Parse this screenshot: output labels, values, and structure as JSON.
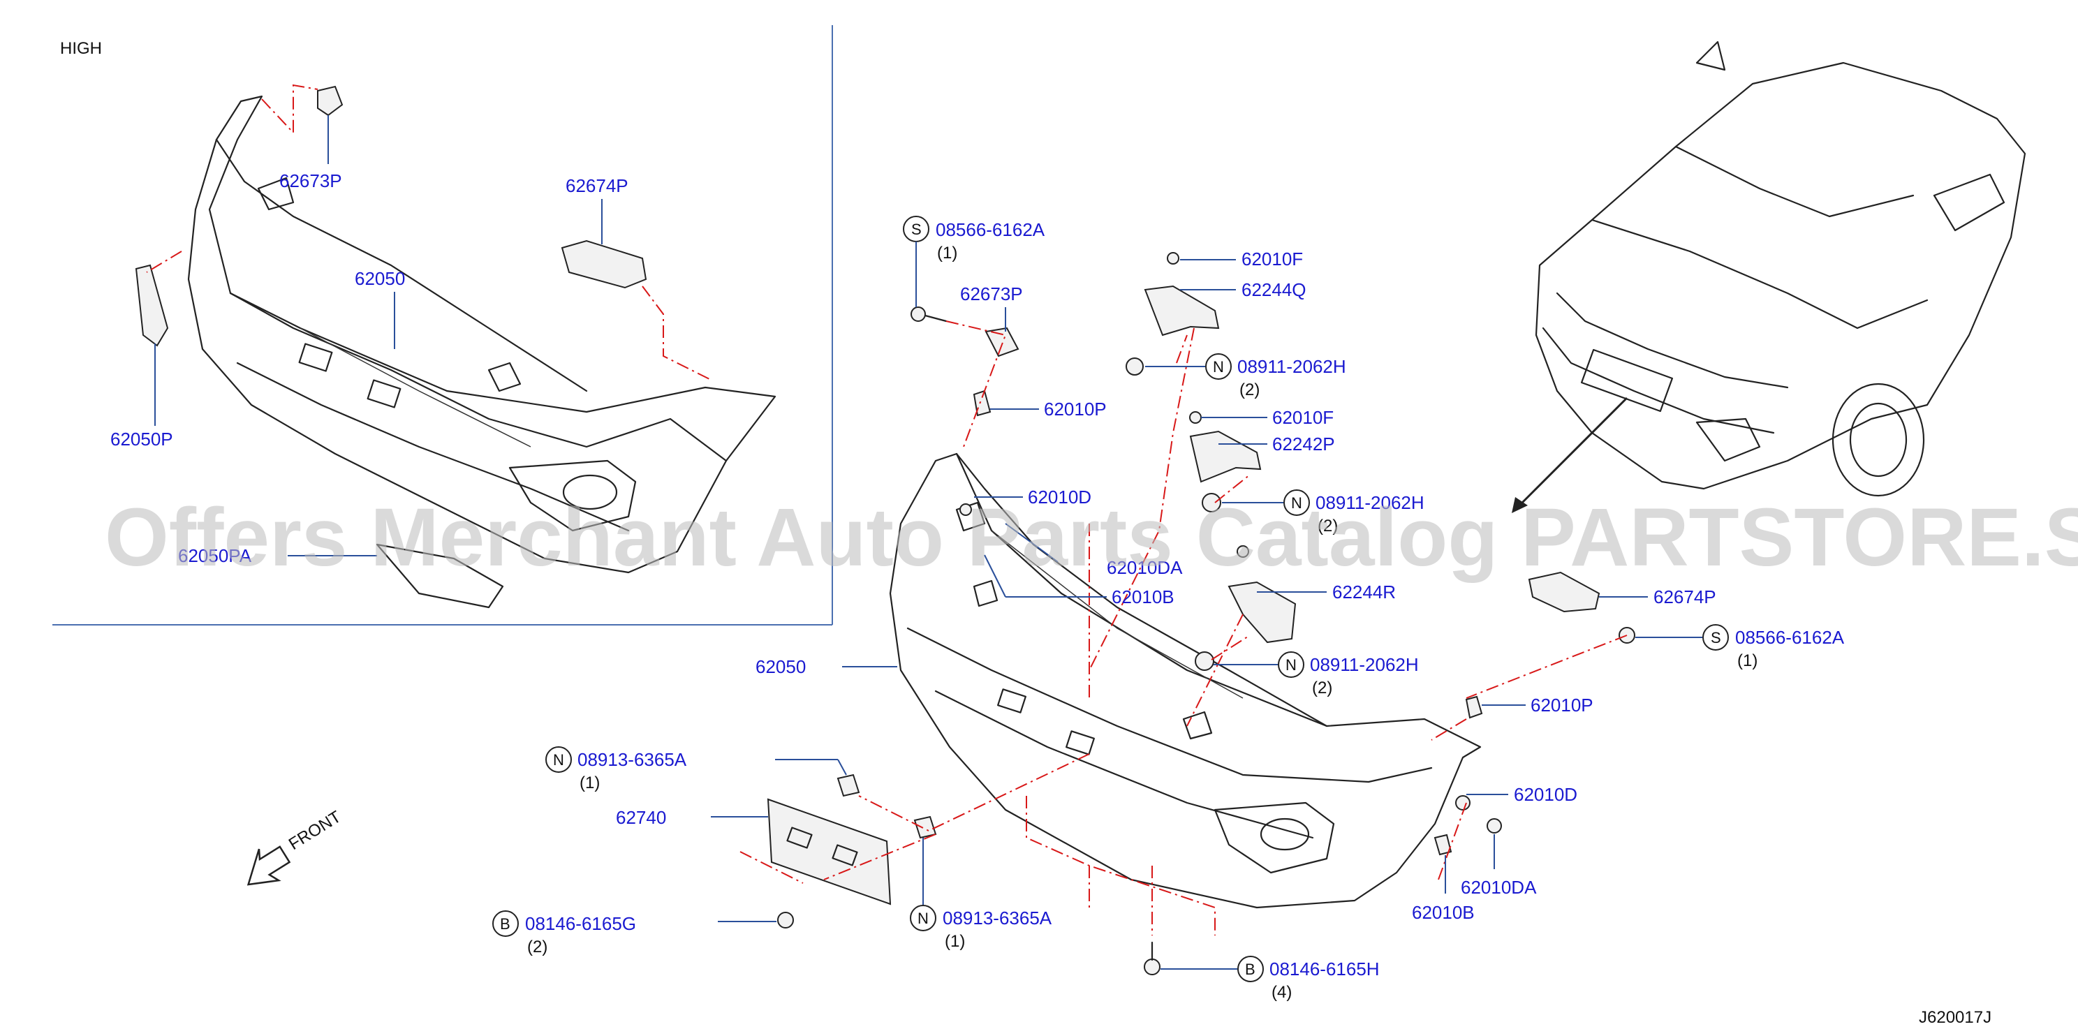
{
  "variant_label": "HIGH",
  "diagram_id": "J620017J",
  "watermark": "Offers Merchant Auto Parts Catalog PARTSTORE.SA",
  "front_label": "FRONT",
  "colors": {
    "part_number": "#1a1ad0",
    "leader_line": "#2a4f9a",
    "dash_line": "#d81818",
    "line_art": "#222222"
  },
  "inset_callouts": [
    {
      "part": "62673P"
    },
    {
      "part": "62674P"
    },
    {
      "part": "62050"
    },
    {
      "part": "62050P"
    },
    {
      "part": "62050PA"
    }
  ],
  "callouts": [
    {
      "symbol": "S",
      "part": "08566-6162A",
      "qty": "(1)"
    },
    {
      "part": "62673P"
    },
    {
      "part": "62010F"
    },
    {
      "part": "62244Q"
    },
    {
      "symbol": "N",
      "part": "08911-2062H",
      "qty": "(2)"
    },
    {
      "part": "62010P"
    },
    {
      "part": "62010F"
    },
    {
      "part": "62242P"
    },
    {
      "part": "62010D"
    },
    {
      "symbol": "N",
      "part": "08911-2062H",
      "qty": "(2)"
    },
    {
      "part": "62010DA"
    },
    {
      "part": "62010B"
    },
    {
      "part": "62244R"
    },
    {
      "symbol": "N",
      "part": "08911-2062H",
      "qty": "(2)"
    },
    {
      "part": "62050"
    },
    {
      "part": "62674P"
    },
    {
      "symbol": "S",
      "part": "08566-6162A",
      "qty": "(1)"
    },
    {
      "part": "62010P"
    },
    {
      "symbol": "N",
      "part": "08913-6365A",
      "qty": "(1)"
    },
    {
      "part": "62740"
    },
    {
      "part": "62010D"
    },
    {
      "part": "62010DA"
    },
    {
      "part": "62010B"
    },
    {
      "symbol": "N",
      "part": "08913-6365A",
      "qty": "(1)"
    },
    {
      "symbol": "B",
      "part": "08146-6165G",
      "qty": "(2)"
    },
    {
      "symbol": "B",
      "part": "08146-6165H",
      "qty": "(4)"
    }
  ]
}
